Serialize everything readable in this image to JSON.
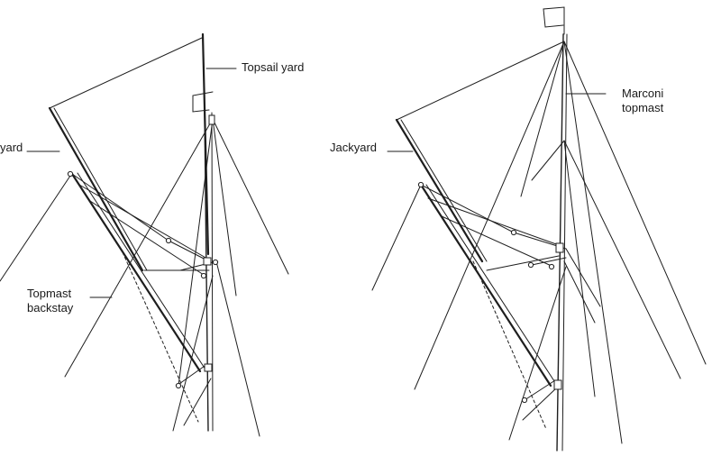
{
  "labels": {
    "topsail_yard": "Topsail yard",
    "yard_cut": "yard",
    "topmast_backstay": "Topmast\nbackstay",
    "jackyard": "Jackyard",
    "marconi_topmast": "Marconi\ntopmast"
  },
  "colors": {
    "ink": "#1e1e1e",
    "paper": "#ffffff"
  }
}
